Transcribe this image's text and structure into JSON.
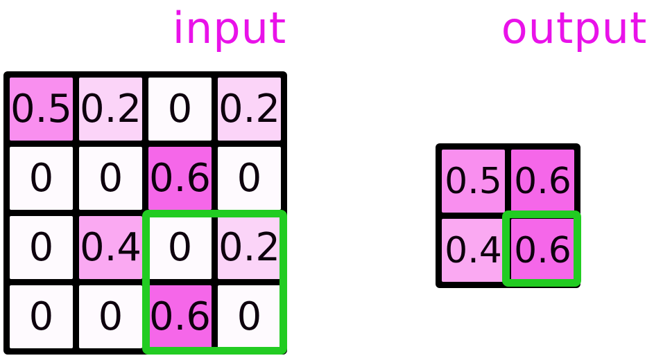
{
  "panels": [
    {
      "title": "input",
      "grid": {
        "rows": [
          [
            "0.5",
            "0.2",
            "0",
            "0.2"
          ],
          [
            "0",
            "0",
            "0.6",
            "0"
          ],
          [
            "0",
            "0.4",
            "0",
            "0.2"
          ],
          [
            "0",
            "0",
            "0.6",
            "0"
          ]
        ]
      }
    },
    {
      "title": "output",
      "grid": {
        "rows": [
          [
            "0.5",
            "0.6"
          ],
          [
            "0.4",
            "0.6"
          ]
        ]
      }
    }
  ],
  "highlight": {
    "color": "#22cc22",
    "input_window": "input rows 3-4, columns 3-4 (cells 0, 0.2, 0.6, 0)",
    "output_cell": "output row 2, column 2 (cell 0.6)"
  },
  "colors": {
    "title_text": "#e912e9",
    "grid_lines": "#000000",
    "cell_text": "#0d000d",
    "value_colors": {
      "0": "#fefafe",
      "0.2": "#fbd4f8",
      "0.4": "#faa9f2",
      "0.5": "#f98fef",
      "0.6": "#f567e9"
    }
  }
}
